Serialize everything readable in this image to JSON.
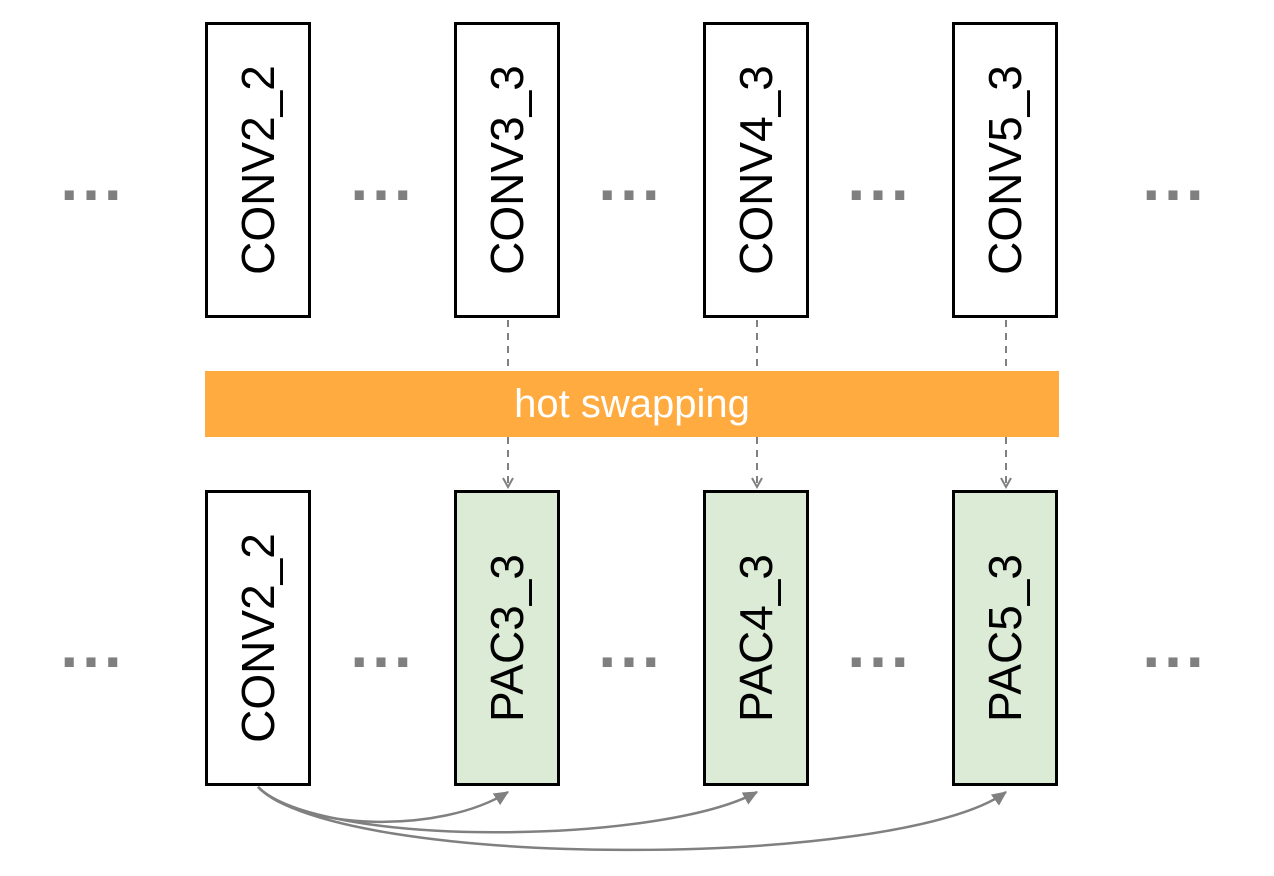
{
  "top_row": {
    "ellipsis": [
      "...",
      "...",
      "...",
      "...",
      "..."
    ],
    "layers": [
      "CONV2_2",
      "CONV3_3",
      "CONV4_3",
      "CONV5_3"
    ]
  },
  "swap_bar": {
    "label": "hot swapping",
    "color": "#ffab40"
  },
  "bottom_row": {
    "ellipsis": [
      "...",
      "...",
      "...",
      "...",
      "..."
    ],
    "layers": [
      "CONV2_2",
      "PAC3_3",
      "PAC4_3",
      "PAC5_3"
    ]
  },
  "colors": {
    "pac_fill": "#dcebd6",
    "connector": "#808080",
    "ellipsis": "#7f7f7f"
  }
}
